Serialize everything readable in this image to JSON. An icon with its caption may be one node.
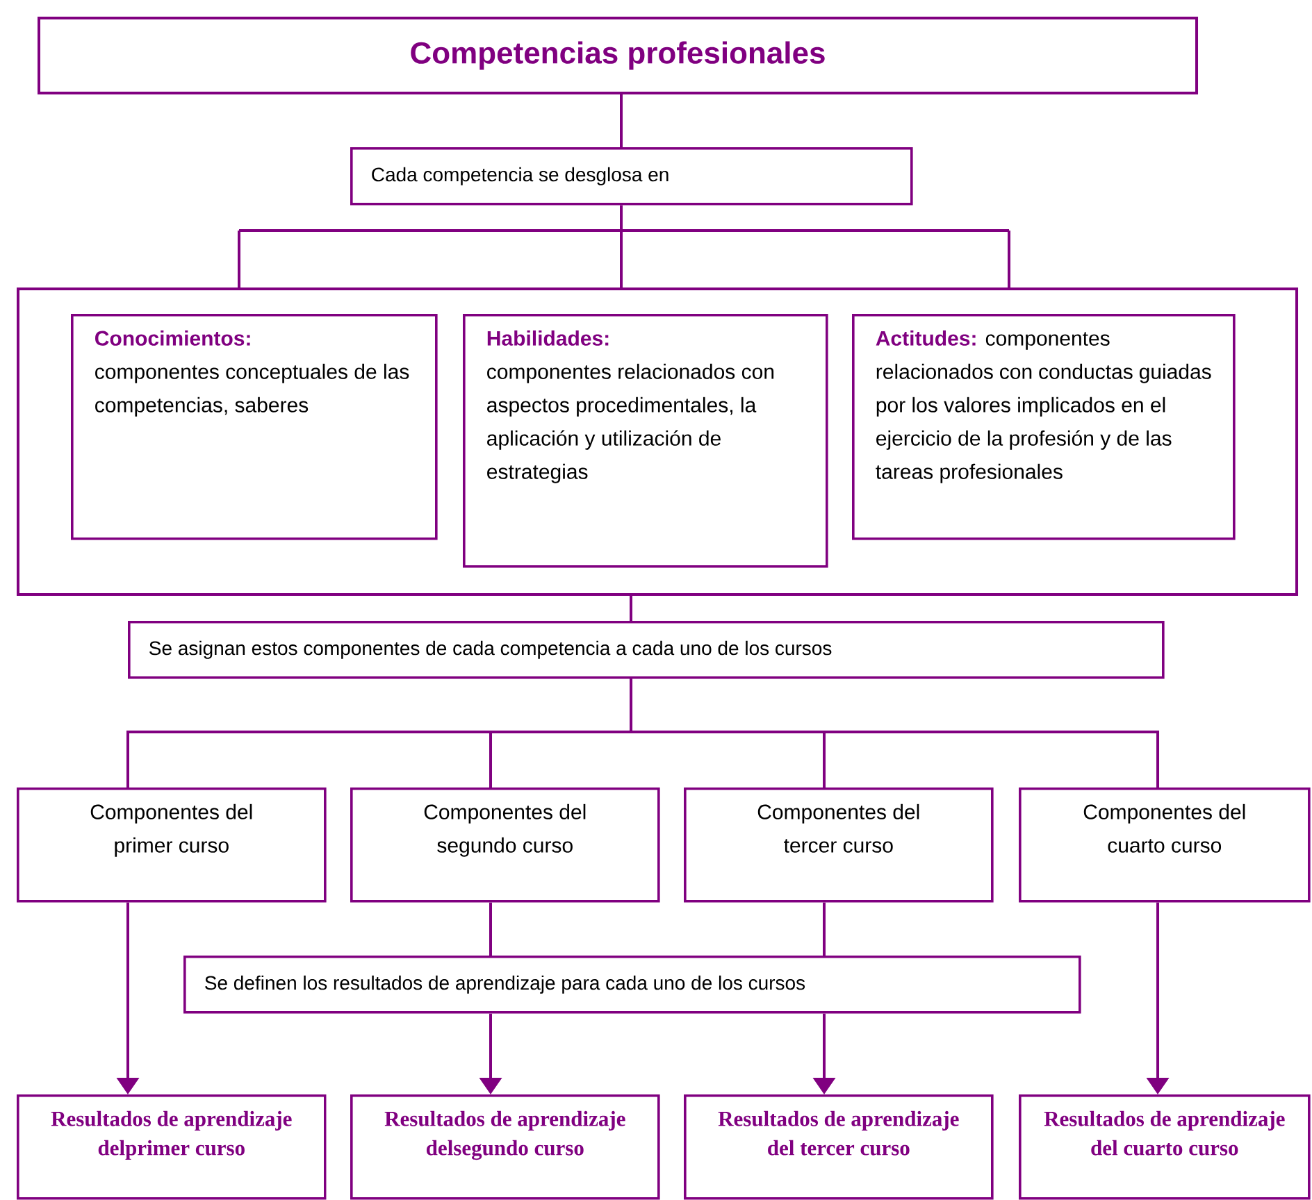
{
  "diagram": {
    "nodes": [
      {
        "text": [
          "Competencias profesionales"
        ]
      },
      {
        "text": [
          "Cada competencia se desglosa en"
        ]
      },
      {
        "text": [],
        "shape": "box"
      },
      {
        "text": [
          "Conocimientos:",
          "componentes conceptuales de las competencias, saberes"
        ],
        "in": 2
      },
      {
        "text": [
          "Habilidades:",
          "componentes relacionados con aspectos procedimentales, la aplicación y utilización de estrategias"
        ],
        "in": 2
      },
      {
        "text": [
          "Actitudes:",
          "componentes relacionados con conductas guiadas por los valores implicados en el ejercicio de la profesión y de las tareas profesionales"
        ],
        "in": 2
      },
      {
        "text": [
          "Se asignan estos componentes de cada competencia a cada uno de los cursos"
        ]
      },
      {
        "text": [
          "Componentes del primer curso"
        ]
      },
      {
        "text": [
          "Componentes del segundo curso"
        ]
      },
      {
        "text": [
          "Componentes del tercer curso"
        ]
      },
      {
        "text": [
          "Componentes del cuarto curso"
        ]
      },
      {
        "text": [
          "Se definen los resultados de aprendizaje para cada uno de los cursos"
        ]
      },
      {
        "text": [
          "Resultados de aprendizaje delprimer curso"
        ]
      },
      {
        "text": [
          "Resultados de aprendizaje delsegundo curso"
        ]
      },
      {
        "text": [
          "Resultados de aprendizaje del tercer curso"
        ]
      },
      {
        "text": [
          "Resultados de aprendizaje del cuarto curso"
        ]
      }
    ],
    "edges": [
      {
        "from": 0,
        "to": 1,
        "arrow": "none"
      },
      {
        "from": 1,
        "to": 2,
        "arrow": "none"
      },
      {
        "from": 2,
        "to": 6,
        "arrow": "none"
      },
      {
        "from": 6,
        "to": 7,
        "arrow": "none"
      },
      {
        "from": 6,
        "to": 8,
        "arrow": "none"
      },
      {
        "from": 6,
        "to": 9,
        "arrow": "none"
      },
      {
        "from": 6,
        "to": 10,
        "arrow": "none"
      },
      {
        "from": 7,
        "to": 12,
        "arrow": "to"
      },
      {
        "from": 8,
        "to": 11,
        "arrow": "none"
      },
      {
        "from": 11,
        "to": 13,
        "arrow": "to"
      },
      {
        "from": 9,
        "to": 11,
        "arrow": "none"
      },
      {
        "from": 11,
        "to": 14,
        "arrow": "to"
      },
      {
        "from": 10,
        "to": 15,
        "arrow": "to"
      }
    ]
  }
}
